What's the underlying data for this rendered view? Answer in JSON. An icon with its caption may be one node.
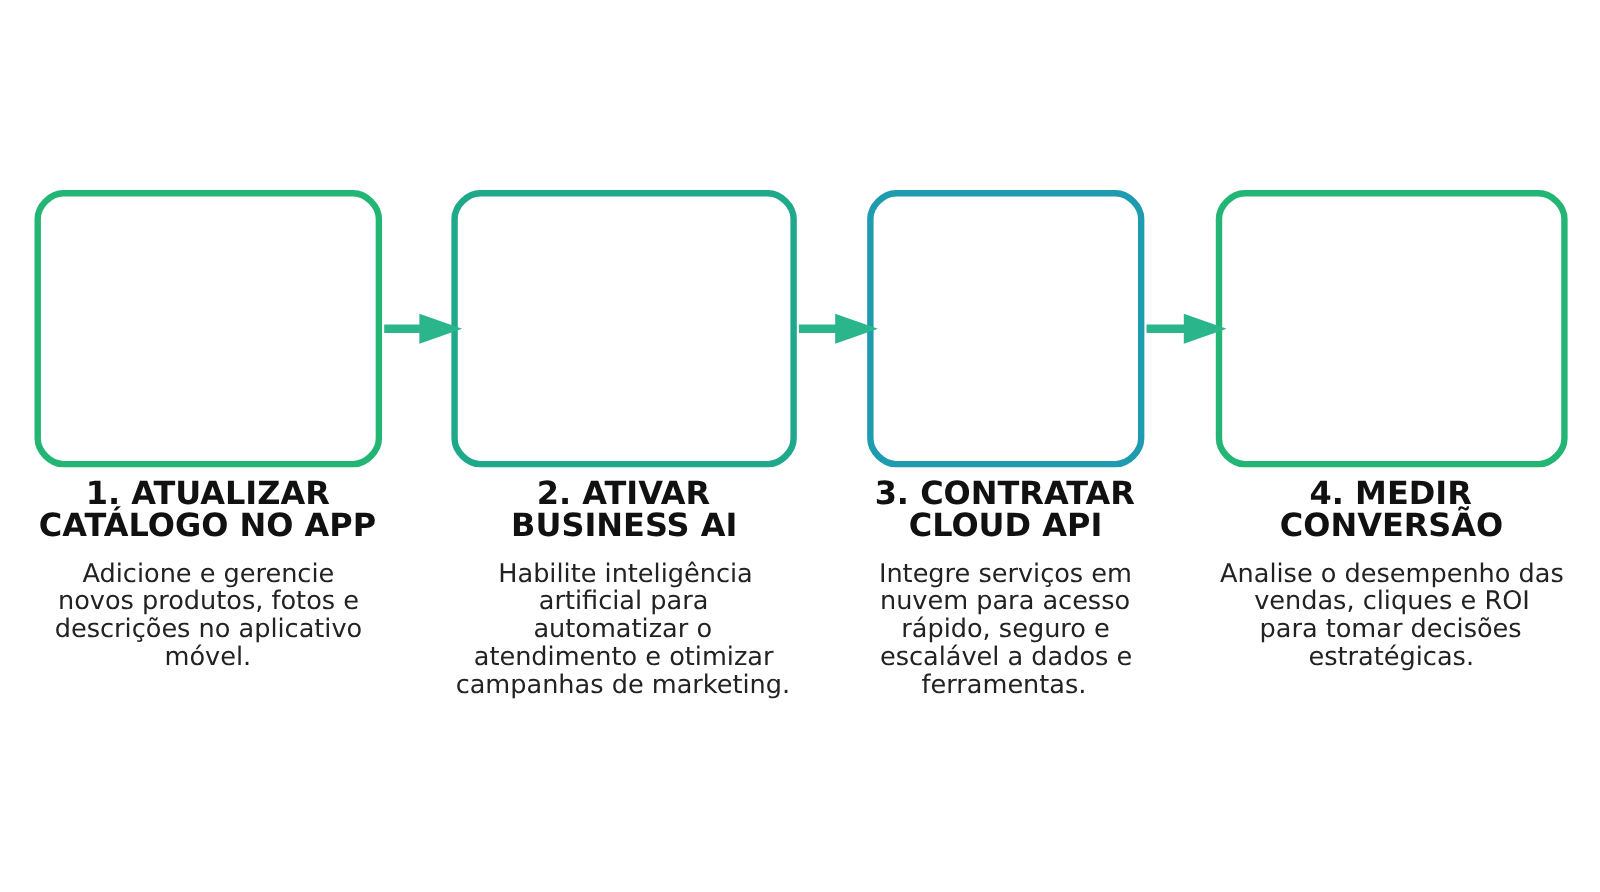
{
  "diagram": {
    "nodes": [
      {
        "text": [
          "1. ATUALIZAR CATÁLOGO NO APP",
          "Adicione e gerencie novos produtos, fotos e descrições no aplicativo móvel."
        ]
      },
      {
        "text": [
          "2. ATIVAR BUSINESS AI",
          "Habilite inteligência artificial para automatizar o atendimento e otimizar campanhas de marketing."
        ]
      },
      {
        "text": [
          "3. CONTRATAR CLOUD API",
          "Integre serviços em nuvem para acesso rápido, seguro e escalável a dados e ferramentas."
        ]
      },
      {
        "text": [
          "4. MEDIR CONVERSÃO",
          "Analise o desempenho das vendas, cliques e ROI para tomar decisões estratégicas."
        ]
      }
    ],
    "edges": [
      {
        "from": 0,
        "to": 1,
        "arrow": "to"
      },
      {
        "from": 1,
        "to": 2,
        "arrow": "to"
      },
      {
        "from": 2,
        "to": 3,
        "arrow": "to"
      }
    ]
  }
}
